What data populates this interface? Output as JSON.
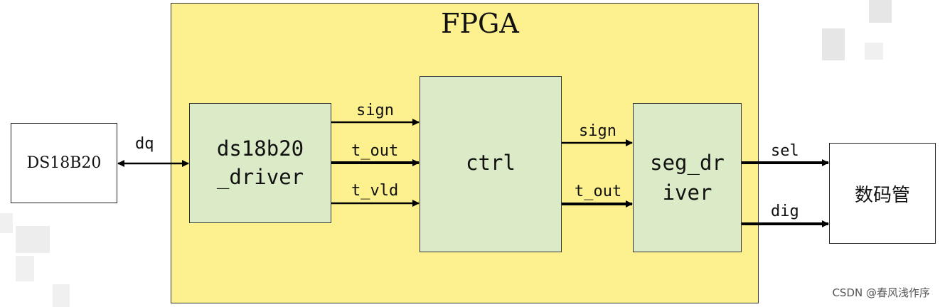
{
  "fpga": {
    "label": "FPGA"
  },
  "ds18b20": {
    "label": "DS18B20"
  },
  "display": {
    "label": "数码管"
  },
  "driver": {
    "line1": "ds18b20",
    "line2": "_driver"
  },
  "ctrl": {
    "label": "ctrl"
  },
  "seg": {
    "line1": "seg_dr",
    "line2": "iver"
  },
  "signals": {
    "dq": "dq",
    "sign_a": "sign",
    "t_out_a": "t_out",
    "t_vld": "t_vld",
    "sign_b": "sign",
    "t_out_b": "t_out",
    "sel": "sel",
    "dig": "dig"
  },
  "watermark": "CSDN @春风浅作序"
}
